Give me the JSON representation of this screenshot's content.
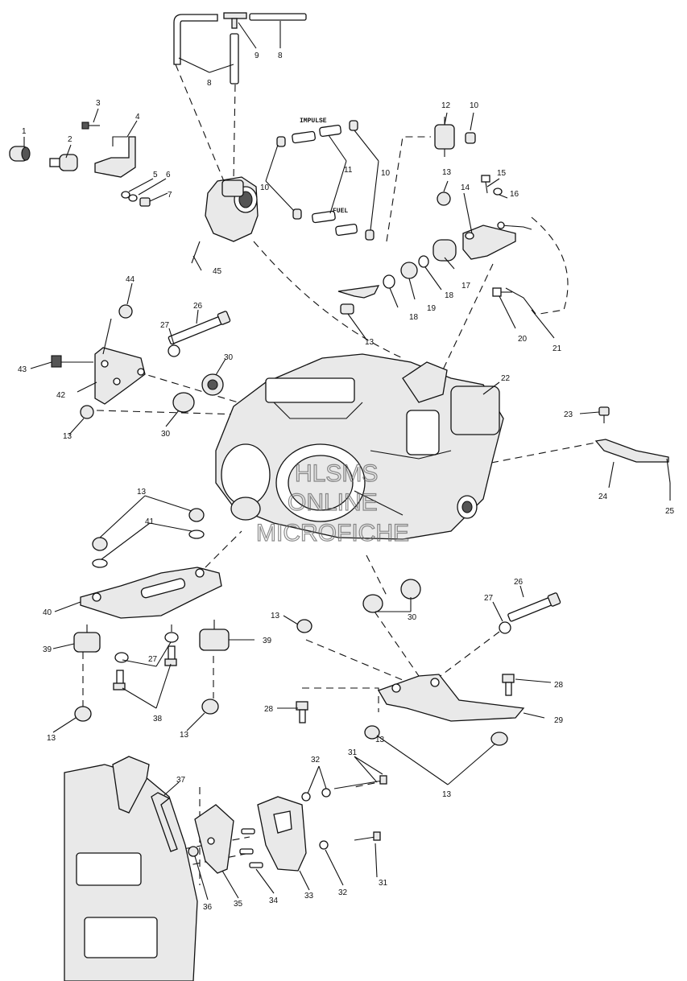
{
  "hose_labels": {
    "impulse": "IMPULSE",
    "fuel": "FUEL"
  },
  "watermark": {
    "line1": "HLSMS",
    "line2": "ONLINE",
    "line3": "MICROFICHE"
  },
  "callouts": {
    "c1": "1",
    "c2": "2",
    "c3": "3",
    "c4": "4",
    "c5": "5",
    "c6": "6",
    "c7": "7",
    "c8a": "8",
    "c8b": "8",
    "c9": "9",
    "c10a": "10",
    "c10b": "10",
    "c10c": "10",
    "c11": "11",
    "c12": "12",
    "c13a": "13",
    "c13b": "13",
    "c13c": "13",
    "c13d": "13",
    "c13e": "13",
    "c13f": "13",
    "c13g": "13",
    "c13h": "13",
    "c13i": "13",
    "c14": "14",
    "c15": "15",
    "c16": "16",
    "c17": "17",
    "c18a": "18",
    "c18b": "18",
    "c19": "19",
    "c20": "20",
    "c21": "21",
    "c22": "22",
    "c23": "23",
    "c24": "24",
    "c25": "25",
    "c26a": "26",
    "c26b": "26",
    "c27a": "27",
    "c27b": "27",
    "c27c": "27",
    "c28a": "28",
    "c28b": "28",
    "c29": "29",
    "c30a": "30",
    "c30b": "30",
    "c30c": "30",
    "c31a": "31",
    "c31b": "31",
    "c32a": "32",
    "c32b": "32",
    "c33": "33",
    "c34": "34",
    "c35": "35",
    "c36": "36",
    "c37": "37",
    "c38": "38",
    "c39a": "39",
    "c39b": "39",
    "c40": "40",
    "c41": "41",
    "c42": "42",
    "c43": "43",
    "c44": "44",
    "c45": "45"
  }
}
